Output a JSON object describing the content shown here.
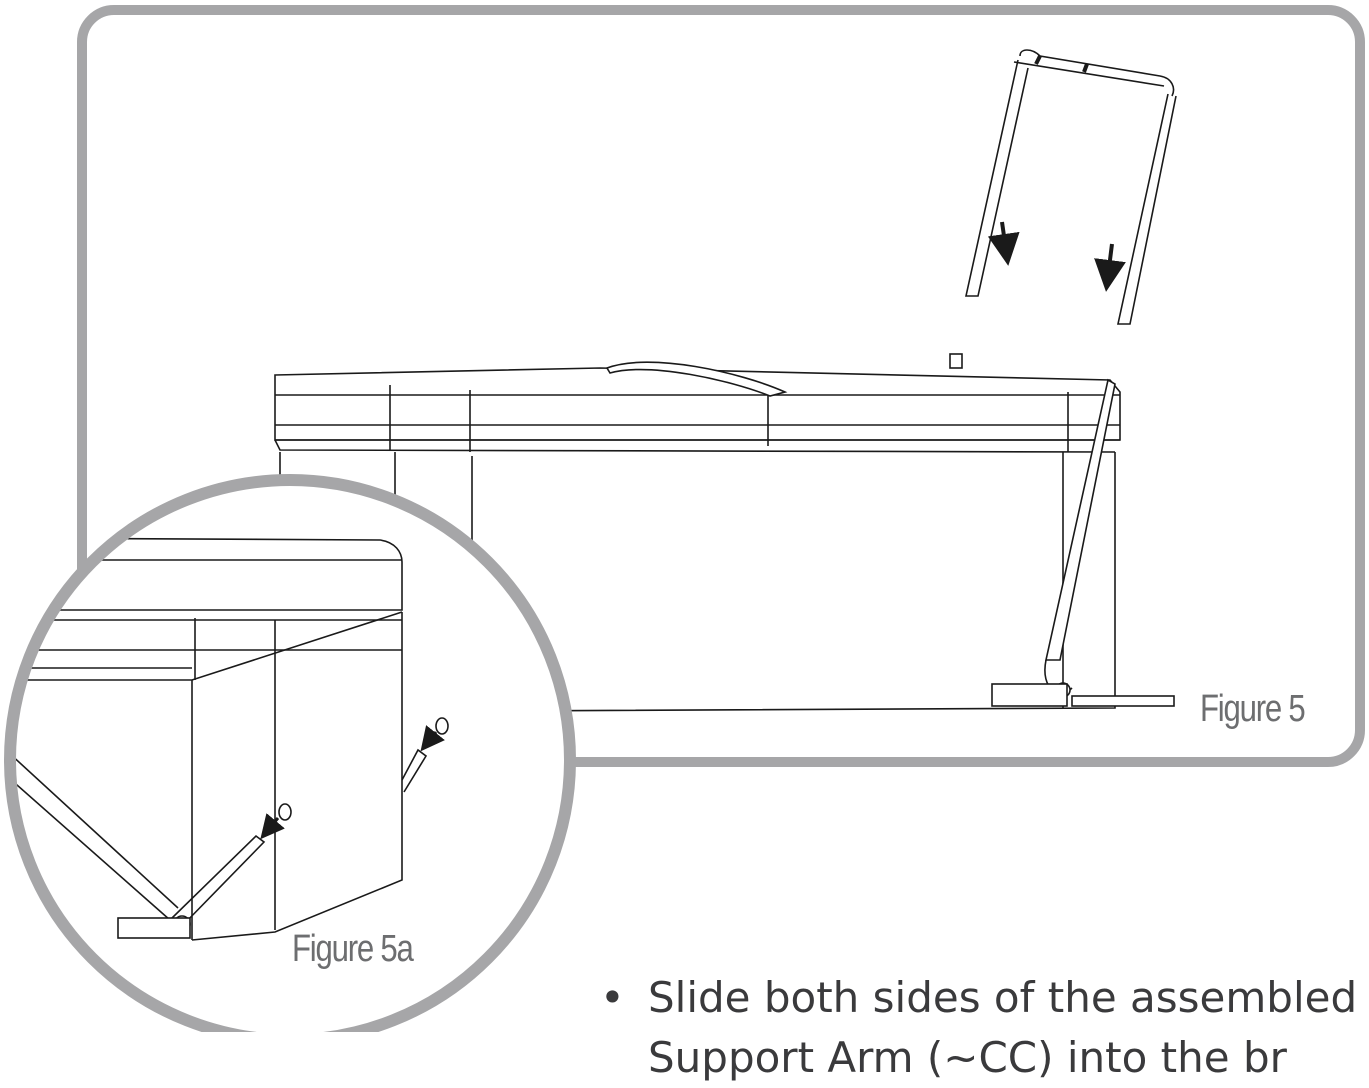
{
  "figures": {
    "main_caption": "Figure 5",
    "inset_caption": "Figure 5a"
  },
  "instructions": {
    "bullet": "•",
    "line1": "Slide both sides of the assembled",
    "line2": "Support Arm (~CC) into the br"
  },
  "colors": {
    "frame_gray": "#a6a6a8",
    "line_art": "#1a1a1a",
    "caption_text": "#6d6e70"
  }
}
